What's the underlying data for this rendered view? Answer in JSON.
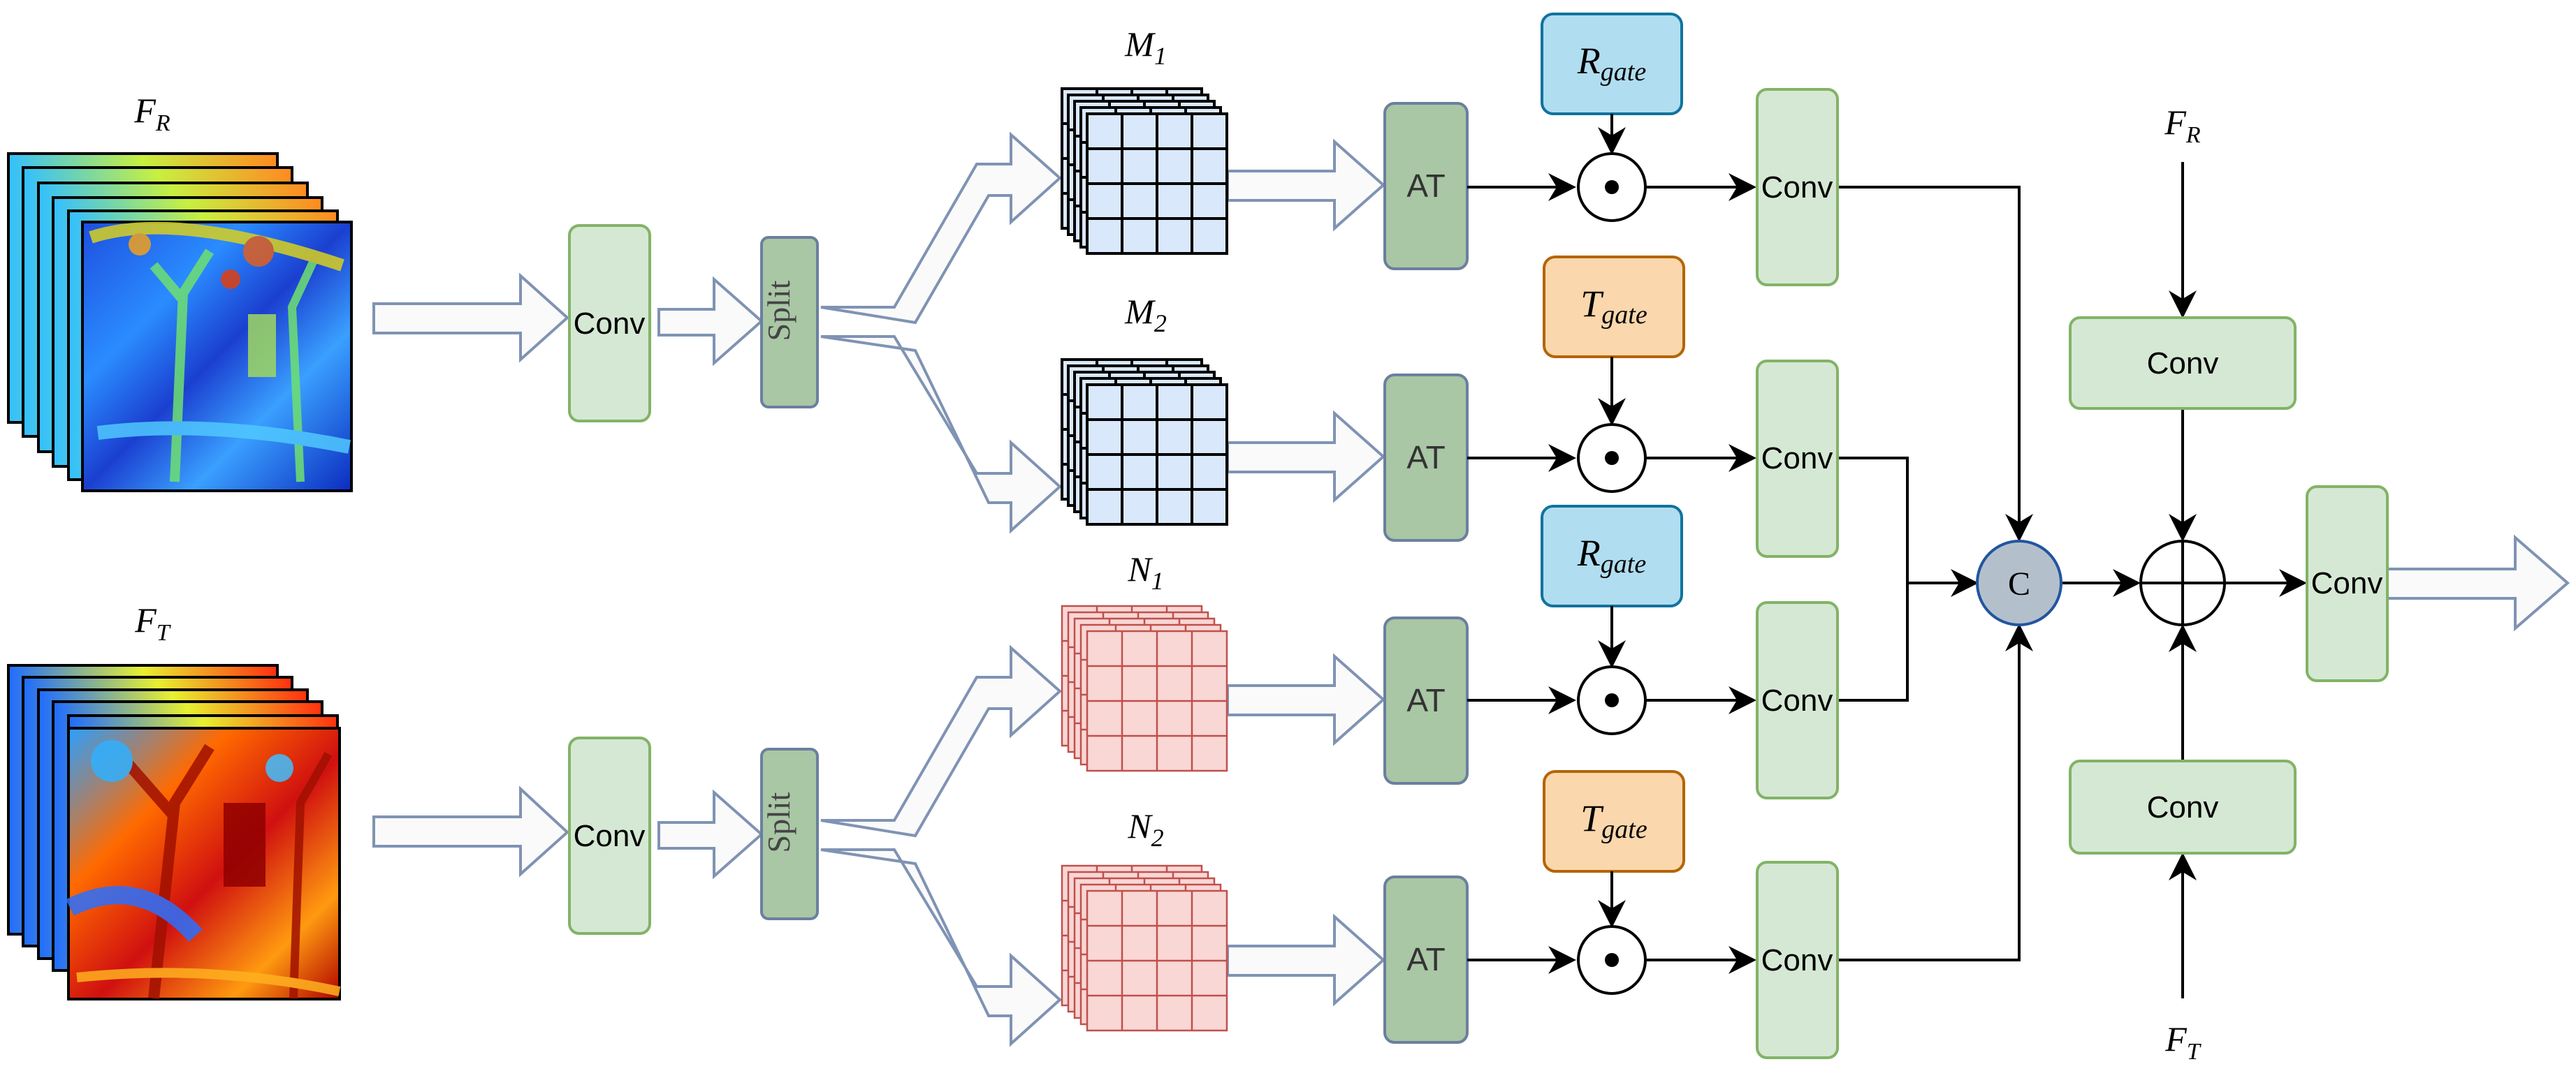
{
  "inputs": {
    "fr_label": {
      "main": "F",
      "sub": "R"
    },
    "ft_label": {
      "main": "F",
      "sub": "T"
    }
  },
  "blocks": {
    "conv": "Conv",
    "split": "Split",
    "at": "AT",
    "concat": "C"
  },
  "maps": {
    "m1": {
      "main": "M",
      "sub": "1"
    },
    "m2": {
      "main": "M",
      "sub": "2"
    },
    "n1": {
      "main": "N",
      "sub": "1"
    },
    "n2": {
      "main": "N",
      "sub": "2"
    }
  },
  "gates": {
    "r_gate": {
      "main": "R",
      "sub": "gate"
    },
    "t_gate": {
      "main": "T",
      "sub": "gate"
    }
  },
  "colors": {
    "conv_fill": "#d5e8d4",
    "conv_stroke": "#82b366",
    "dark_green_fill": "#a9c6a5",
    "dark_green_stroke": "#6c8ebf",
    "r_gate_fill": "#b1ddf0",
    "r_gate_stroke": "#10739e",
    "t_gate_fill": "#fad7ac",
    "t_gate_stroke": "#b46504",
    "m_fill": "#dae8fc",
    "n_fill": "#f8d7d5",
    "n_stroke": "#c0504d",
    "c_fill": "#b3c0cc",
    "hollow_arrow_stroke": "#7f93b3"
  }
}
